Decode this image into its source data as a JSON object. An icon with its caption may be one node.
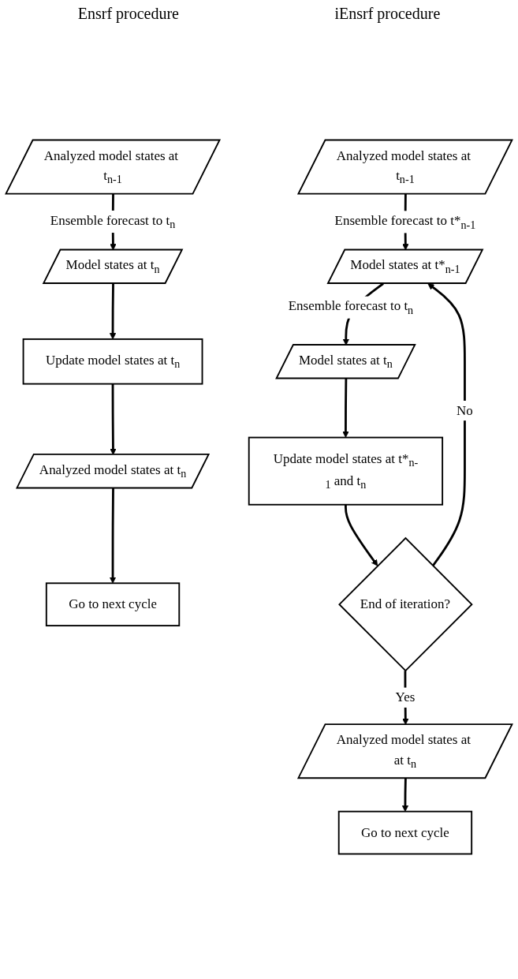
{
  "diagram": {
    "nodes": [
      {
        "text": [
          "Analyzed model states at t$_{n-1}$"
        ]
      },
      {
        "text": [
          "Model states at t$_{n}$"
        ]
      },
      {
        "text": [
          "Update model states at t$_{n}$"
        ]
      },
      {
        "text": [
          "Analyzed model states at t$_{n}$"
        ]
      },
      {
        "text": [
          "Go to next cycle"
        ]
      },
      {
        "text": [
          "Analyzed model states at t$_{n-1}$"
        ]
      },
      {
        "text": [
          "Model states at t*$_{n-1}$"
        ]
      },
      {
        "text": [
          "Model states at t$_{n}$"
        ]
      },
      {
        "text": [
          "Update model states at t*$_{n-1}$ and t$_{n}$"
        ]
      },
      {
        "text": [
          "End of iteration?"
        ]
      },
      {
        "text": [
          "Analyzed model states at at t$_{n}$"
        ]
      },
      {
        "text": [
          "Go to next cycle"
        ]
      }
    ],
    "edges": [
      {
        "from": 0,
        "to": 1,
        "arrow": "to",
        "label": "Ensemble forecast to t$_{n}$"
      },
      {
        "from": 1,
        "to": 2,
        "arrow": "to"
      },
      {
        "from": 2,
        "to": 3,
        "arrow": "to"
      },
      {
        "from": 3,
        "to": 4,
        "arrow": "to"
      },
      {
        "from": 5,
        "to": 6,
        "arrow": "to",
        "label": "Ensemble forecast to t*$_{n-1}$"
      },
      {
        "from": 6,
        "to": 7,
        "arrow": "to",
        "label": "Ensemble forecast to t$_{n}$"
      },
      {
        "from": 7,
        "to": 8,
        "arrow": "to"
      },
      {
        "from": 8,
        "to": 9,
        "arrow": "to"
      },
      {
        "from": 9,
        "to": 6,
        "arrow": "to",
        "label": "No"
      },
      {
        "from": 9,
        "to": 10,
        "arrow": "to",
        "label": "Yes"
      },
      {
        "from": 10,
        "to": 11,
        "arrow": "to"
      }
    ],
    "labels": [
      "Ensrf procedure",
      "iEnsrf procedure"
    ]
  }
}
